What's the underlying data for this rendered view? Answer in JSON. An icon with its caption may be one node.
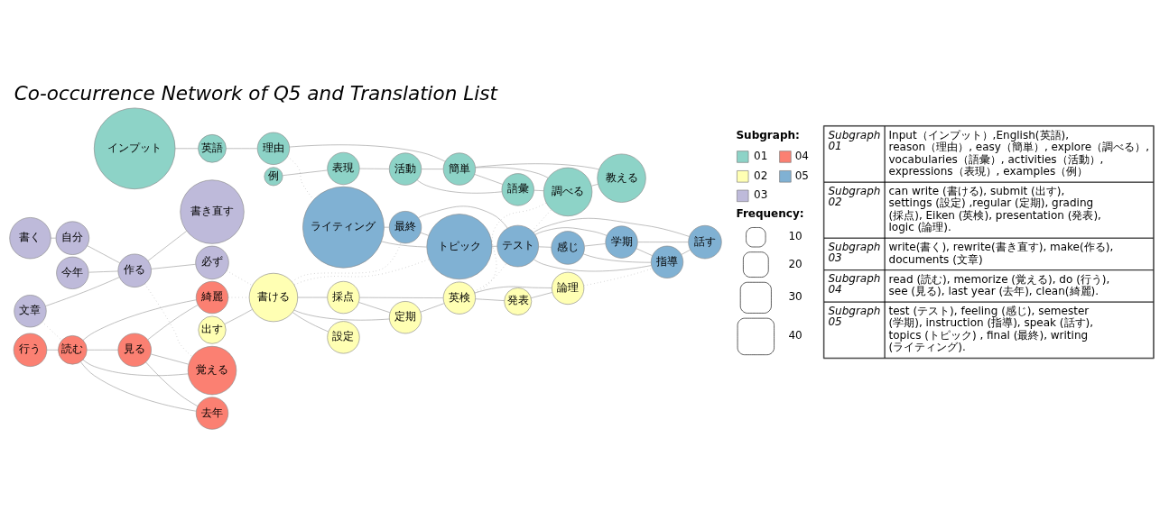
{
  "diagram": {
    "title": "Co-occurrence Network of Q5 and Translation List",
    "nodes": [
      {
        "text": [
          "書く"
        ]
      },
      {
        "text": [
          "自分"
        ]
      },
      {
        "text": [
          "今年"
        ]
      },
      {
        "text": [
          "文章"
        ]
      },
      {
        "text": [
          "作る"
        ]
      },
      {
        "text": [
          "書き直す"
        ]
      },
      {
        "text": [
          "必ず"
        ]
      },
      {
        "text": [
          "行う"
        ]
      },
      {
        "text": [
          "読む"
        ]
      },
      {
        "text": [
          "覚える"
        ]
      },
      {
        "text": [
          "去年"
        ]
      },
      {
        "text": [
          "見る"
        ]
      },
      {
        "text": [
          "綺麗"
        ]
      },
      {
        "text": [
          "インプット"
        ]
      },
      {
        "text": [
          "英語"
        ]
      },
      {
        "text": [
          "例"
        ]
      },
      {
        "text": [
          "表現"
        ]
      },
      {
        "text": [
          "理由"
        ]
      },
      {
        "text": [
          "活動"
        ]
      },
      {
        "text": [
          "簡単"
        ]
      },
      {
        "text": [
          "語彙"
        ]
      },
      {
        "text": [
          "調べる"
        ]
      },
      {
        "text": [
          "教える"
        ]
      },
      {
        "text": [
          "ライティング"
        ]
      },
      {
        "text": [
          "最終"
        ]
      },
      {
        "text": [
          "トピック"
        ]
      },
      {
        "text": [
          "テスト"
        ]
      },
      {
        "text": [
          "感じ"
        ]
      },
      {
        "text": [
          "学期"
        ]
      },
      {
        "text": [
          "指導"
        ]
      },
      {
        "text": [
          "話す"
        ]
      },
      {
        "text": [
          "出す"
        ]
      },
      {
        "text": [
          "書ける"
        ]
      },
      {
        "text": [
          "設定"
        ]
      },
      {
        "text": [
          "採点"
        ]
      },
      {
        "text": [
          "定期"
        ]
      },
      {
        "text": [
          "英検"
        ]
      },
      {
        "text": [
          "発表"
        ]
      },
      {
        "text": [
          "論理"
        ]
      }
    ],
    "edges": [
      {
        "from": 0,
        "to": 1,
        "arrow": "none"
      },
      {
        "from": 1,
        "to": 4,
        "arrow": "none"
      },
      {
        "from": 2,
        "to": 4,
        "arrow": "none"
      },
      {
        "from": 3,
        "to": 4,
        "arrow": "none"
      },
      {
        "from": 4,
        "to": 5,
        "arrow": "none"
      },
      {
        "from": 4,
        "to": 6,
        "arrow": "none"
      },
      {
        "from": 3,
        "to": 8,
        "arrow": "none",
        "style": "dashed"
      },
      {
        "from": 4,
        "to": 9,
        "arrow": "none",
        "style": "dashed"
      },
      {
        "from": 7,
        "to": 8,
        "arrow": "none"
      },
      {
        "from": 8,
        "to": 9,
        "arrow": "none"
      },
      {
        "from": 8,
        "to": 10,
        "arrow": "none"
      },
      {
        "from": 8,
        "to": 11,
        "arrow": "none"
      },
      {
        "from": 8,
        "to": 12,
        "arrow": "none"
      },
      {
        "from": 11,
        "to": 10,
        "arrow": "none"
      },
      {
        "from": 11,
        "to": 9,
        "arrow": "none"
      },
      {
        "from": 11,
        "to": 12,
        "arrow": "none"
      },
      {
        "from": 12,
        "to": 32,
        "arrow": "none",
        "style": "dashed"
      },
      {
        "from": 6,
        "to": 32,
        "arrow": "none",
        "style": "dashed"
      },
      {
        "from": 13,
        "to": 14,
        "arrow": "none"
      },
      {
        "from": 14,
        "to": 17,
        "arrow": "none"
      },
      {
        "from": 17,
        "to": 23,
        "arrow": "none",
        "style": "dashed"
      },
      {
        "from": 17,
        "to": 19,
        "arrow": "none"
      },
      {
        "from": 15,
        "to": 16,
        "arrow": "none"
      },
      {
        "from": 16,
        "to": 18,
        "arrow": "none"
      },
      {
        "from": 18,
        "to": 19,
        "arrow": "none"
      },
      {
        "from": 18,
        "to": 20,
        "arrow": "none"
      },
      {
        "from": 19,
        "to": 20,
        "arrow": "none"
      },
      {
        "from": 19,
        "to": 21,
        "arrow": "none"
      },
      {
        "from": 19,
        "to": 22,
        "arrow": "none"
      },
      {
        "from": 20,
        "to": 21,
        "arrow": "none"
      },
      {
        "from": 21,
        "to": 22,
        "arrow": "none"
      },
      {
        "from": 23,
        "to": 24,
        "arrow": "none"
      },
      {
        "from": 23,
        "to": 25,
        "arrow": "none"
      },
      {
        "from": 24,
        "to": 25,
        "arrow": "none"
      },
      {
        "from": 24,
        "to": 26,
        "arrow": "none"
      },
      {
        "from": 25,
        "to": 26,
        "arrow": "none"
      },
      {
        "from": 32,
        "to": 24,
        "arrow": "none",
        "style": "dashed"
      },
      {
        "from": 32,
        "to": 25,
        "arrow": "none",
        "style": "dashed"
      },
      {
        "from": 26,
        "to": 21,
        "arrow": "none",
        "style": "dashed"
      },
      {
        "from": 36,
        "to": 26,
        "arrow": "none",
        "style": "dashed"
      },
      {
        "from": 36,
        "to": 21,
        "arrow": "none",
        "style": "dashed"
      },
      {
        "from": 26,
        "to": 27,
        "arrow": "none"
      },
      {
        "from": 26,
        "to": 28,
        "arrow": "none"
      },
      {
        "from": 26,
        "to": 29,
        "arrow": "none"
      },
      {
        "from": 26,
        "to": 30,
        "arrow": "none"
      },
      {
        "from": 27,
        "to": 28,
        "arrow": "none"
      },
      {
        "from": 27,
        "to": 29,
        "arrow": "none"
      },
      {
        "from": 28,
        "to": 29,
        "arrow": "none"
      },
      {
        "from": 28,
        "to": 30,
        "arrow": "none"
      },
      {
        "from": 29,
        "to": 30,
        "arrow": "none"
      },
      {
        "from": 38,
        "to": 29,
        "arrow": "none",
        "style": "dashed"
      },
      {
        "from": 31,
        "to": 32,
        "arrow": "none"
      },
      {
        "from": 32,
        "to": 33,
        "arrow": "none"
      },
      {
        "from": 32,
        "to": 35,
        "arrow": "none"
      },
      {
        "from": 32,
        "to": 34,
        "arrow": "none"
      },
      {
        "from": 34,
        "to": 35,
        "arrow": "none"
      },
      {
        "from": 34,
        "to": 36,
        "arrow": "none"
      },
      {
        "from": 35,
        "to": 36,
        "arrow": "none"
      },
      {
        "from": 36,
        "to": 37,
        "arrow": "none"
      },
      {
        "from": 36,
        "to": 38,
        "arrow": "none"
      },
      {
        "from": 37,
        "to": 38,
        "arrow": "none"
      }
    ],
    "labels": [
      "Subgraph:",
      "Frequency:",
      "Subgraph 01",
      "Input（インプット）,English(英語), reason（理由）, easy（簡単）, explore（調べる）, vocabularies（語彙）, activities（活動）, expressions（表現）, examples（例）",
      "Subgraph 02",
      "can write (書ける), submit (出す), settings (設定) ,regular (定期), grading (採点), Eiken (英検), presentation (発表), logic (論理).",
      "Subgraph 03",
      "write(書く), rewrite(書き直す), make(作る), documents (文章)",
      "Subgraph 04",
      "read (読む), memorize (覚える), do (行う), see (見る), last year (去年), clean(綺麗).",
      "Subgraph 05",
      "test (テスト), feeling (感じ), semester (学期), instruction (指導), speak (話す), topics (トピック) , final (最終), writing (ライティング)."
    ],
    "legend": [
      {
        "text": "01",
        "color": "#8dd3c7"
      },
      {
        "text": "04",
        "color": "#fb8072"
      },
      {
        "text": "02",
        "color": "#ffffb3"
      },
      {
        "text": "05",
        "color": "#80b1d3"
      },
      {
        "text": "03",
        "color": "#bebada"
      },
      {
        "text": "10"
      },
      {
        "text": "20"
      },
      {
        "text": "30"
      },
      {
        "text": "40"
      }
    ]
  }
}
